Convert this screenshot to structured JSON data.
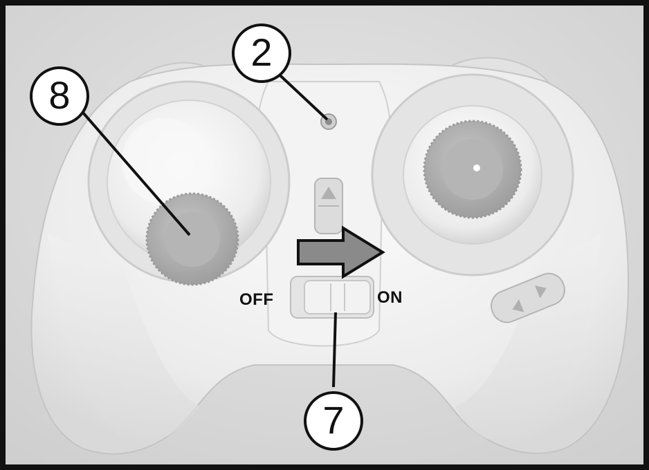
{
  "labels": {
    "off": "OFF",
    "on": "ON"
  },
  "callouts": [
    {
      "number": "2"
    },
    {
      "number": "8"
    },
    {
      "number": "7"
    }
  ],
  "colors": {
    "background": "#dcdcdc",
    "controller_body": "#efefef",
    "joystick_knob": "#b9b9b9",
    "arrow_fill": "#8a8a8a",
    "outline": "#111111"
  },
  "icons": {
    "power_arrow": "right-arrow-icon",
    "trim_up": "triangle-up-icon",
    "trim_left": "triangle-left-icon",
    "trim_right": "triangle-right-icon"
  }
}
